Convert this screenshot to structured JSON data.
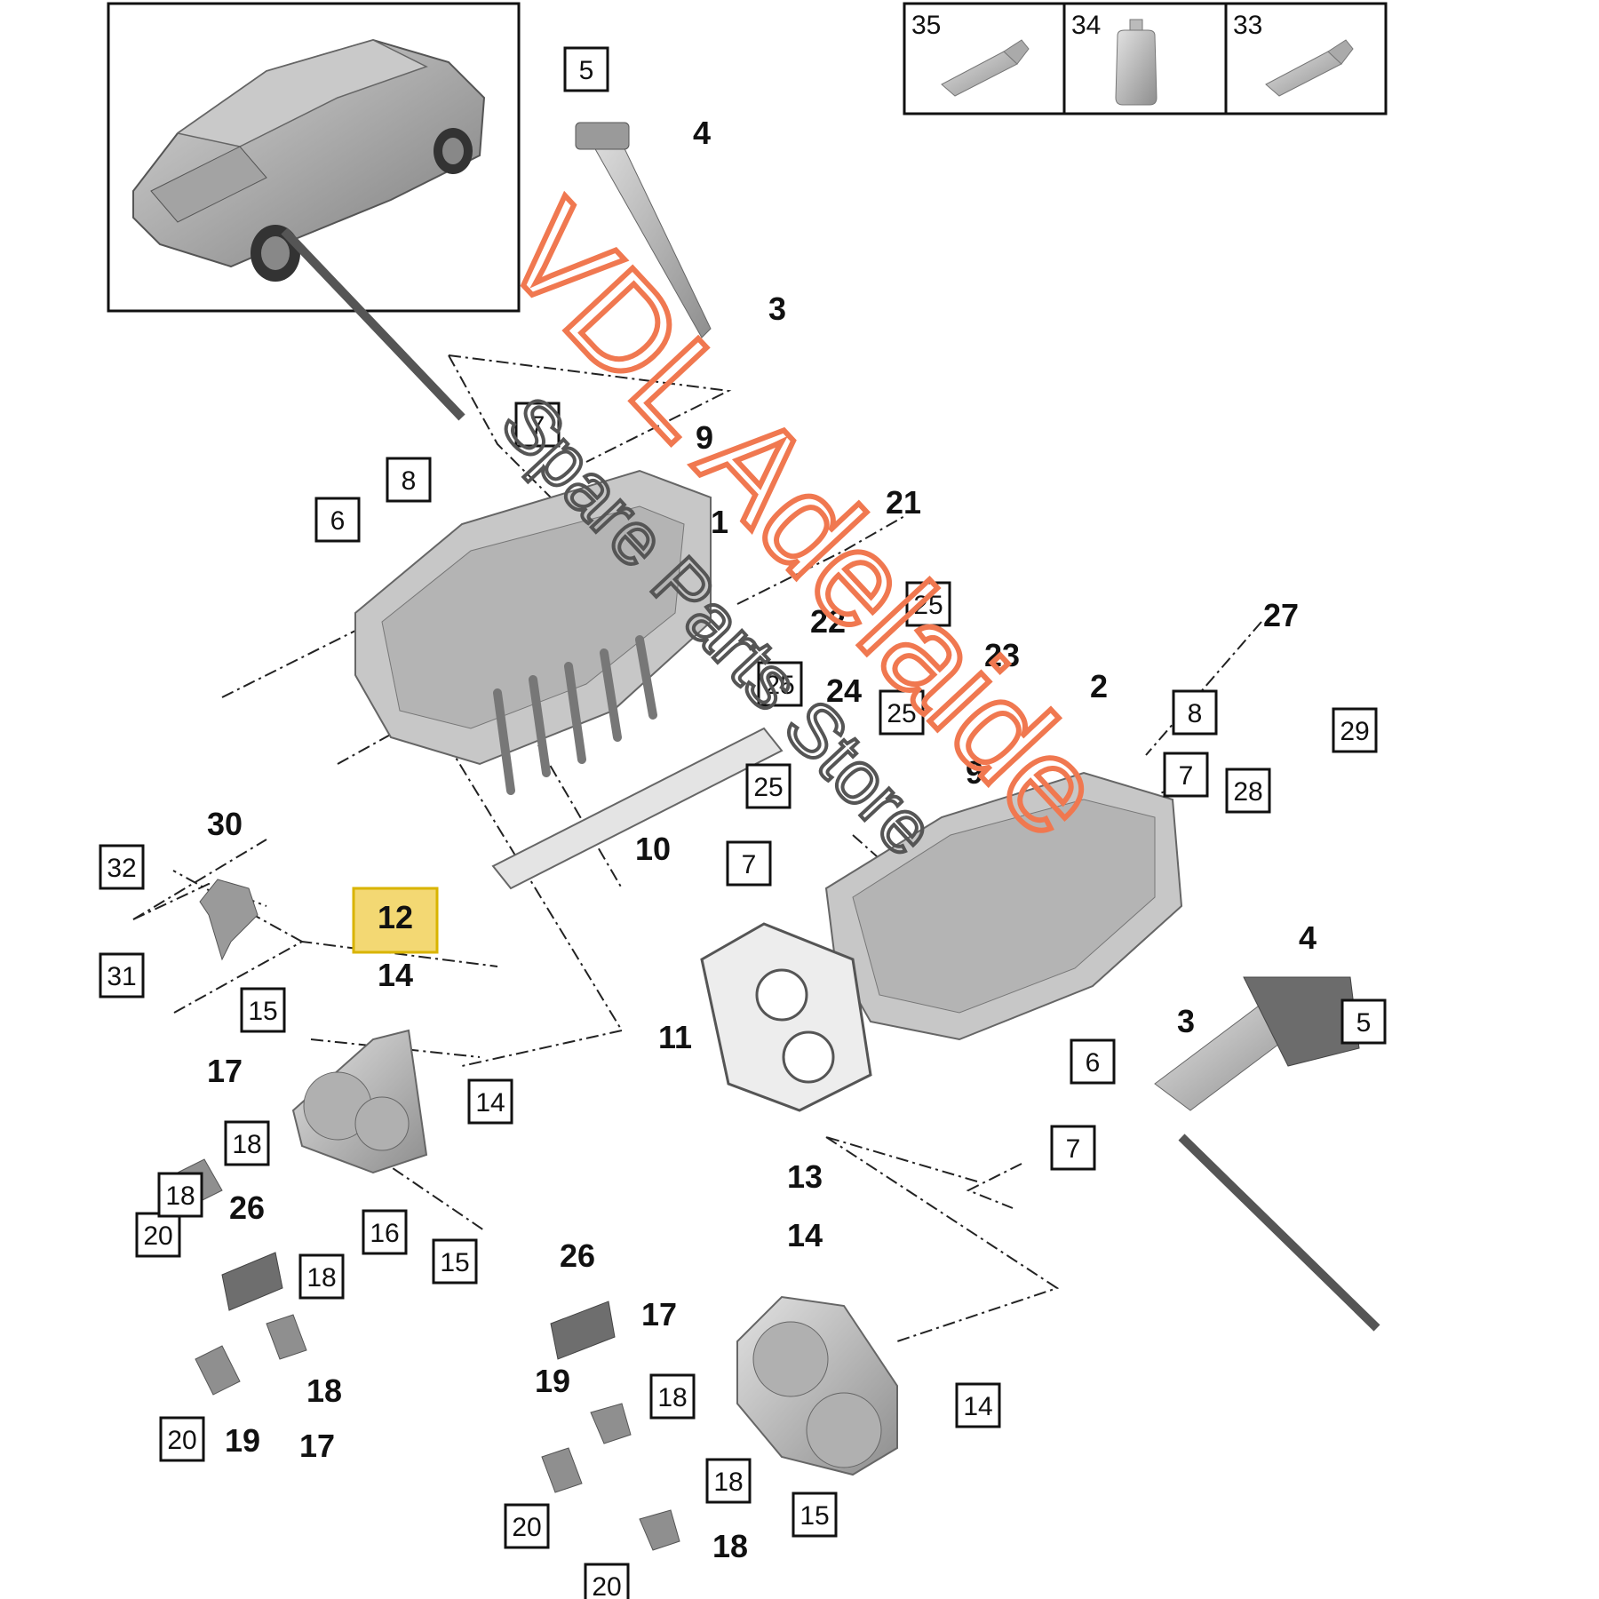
{
  "diagram": {
    "kit_labels": {
      "k35": "35",
      "k34": "34",
      "k33": "33"
    },
    "boxed_labels": {
      "b5_top": "5",
      "b7_top": "7",
      "b8_left": "8",
      "b6_left": "6",
      "b25_a": "25",
      "b25_b": "25",
      "b25_c": "25",
      "b25_d": "25",
      "b8_right": "8",
      "b7_r1": "7",
      "b28": "28",
      "b29": "29",
      "b7_mid": "7",
      "b32": "32",
      "b31": "31",
      "b15_a": "15",
      "b18_a": "18",
      "b20_a": "20",
      "b16": "16",
      "b15_b": "15",
      "b18_b": "18",
      "b14_a": "14",
      "b6_right": "6",
      "b5_right": "5",
      "b7_low": "7",
      "b18_c": "18",
      "b20_b": "20",
      "b18_d": "18",
      "b18_e": "18",
      "b20_c": "20",
      "b20_d": "20",
      "b14_b": "14",
      "b15_c": "15"
    },
    "plain_labels": {
      "p4_top": "4",
      "p3_top": "3",
      "p9_top": "9",
      "p1": "1",
      "p21": "21",
      "p22": "22",
      "p24": "24",
      "p23": "23",
      "p2": "2",
      "p27": "27",
      "p9_mid": "9",
      "p10": "10",
      "p30": "30",
      "p12": "12",
      "p14_main": "14",
      "p11": "11",
      "p4_right": "4",
      "p3_right": "3",
      "p17_a": "17",
      "p26_a": "26",
      "p13": "13",
      "p14_b": "14",
      "p26_b": "26",
      "p17_b": "17",
      "p19_a": "19",
      "p18_big_a": "18",
      "p19_b": "19",
      "p17_c": "17",
      "p18_big_b": "18"
    },
    "watermark": {
      "line1": "VDL Adelaide",
      "line2": "Spare Parts Store"
    }
  },
  "colors": {
    "highlight_fill": "#f3d873",
    "highlight_stroke": "#d9b400",
    "watermark_orange": "#f07850",
    "watermark_gray": "#555555",
    "part_gray": "#9a9a9a"
  }
}
